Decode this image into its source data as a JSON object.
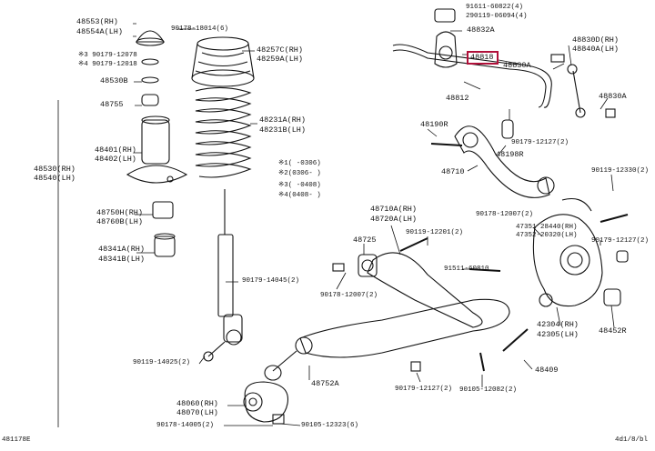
{
  "colors": {
    "line": "#111111",
    "highlight": "#b0103a"
  },
  "highlight_part": "48818",
  "labels": {
    "l48553": "48553(RH)",
    "l48554": "48554A(LH)",
    "l90178_18014": "90178-18014(6)",
    "l48257": "48257C(RH)",
    "l48259": "48259A(LH)",
    "l90179_12078": "※3 90179-12078",
    "l90179_12018": "※4 90179-12018",
    "l48530b": "48530B",
    "l48755": "48755",
    "l48231a": "48231A(RH)",
    "l48231b": "48231B(LH)",
    "l48401": "48401(RH)",
    "l48402": "48402(LH)",
    "l48530": "48530(RH)",
    "l48540": "48540(LH)",
    "l48750": "48750H(RH)",
    "l48760": "48760B(LH)",
    "l48341a": "48341A(RH)",
    "l48341b": "48341B(LH)",
    "note1": "※1(   -0306)",
    "note2": "※2(0306-   )",
    "note3": "※3(   -0408)",
    "note4": "※4(0408-   )",
    "l90179_14045": "90179-14045(2)",
    "l91611": "91611-60822(4)",
    "l90119_06094": "290119-06094(4)",
    "l48832": "48832A",
    "l48818": "48818",
    "l48830a_top": "48830A",
    "l48812": "48812",
    "l48830d": "48830D(RH)",
    "l48840a": "48840A(LH)",
    "l48830a_right": "48830A",
    "l48190": "48190R",
    "l90179_12127_a": "90179-12127(2)",
    "l48198": "48198R",
    "l48710": "48710",
    "l90119_12330": "90119-12330(2)",
    "l48710a": "48710A(RH)",
    "l48720a": "48720A(LH)",
    "l90178_12007_2": "90178-12007(2)",
    "l47351": "47351 28440(RH)",
    "l47352": "47352-20320(LH)",
    "l48725": "48725",
    "l90119_12201": "90119-12201(2)",
    "l90179_12127_b": "90179-12127(2)",
    "l91551": "91511-60810",
    "l90178_12007": "90178-12007(2)",
    "l42304": "42304(RH)",
    "l42305": "42305(LH)",
    "l48452": "48452R",
    "l90119_14025": "90119-14025(2)",
    "l48752": "48752A",
    "l90179_12127_c": "90179-12127(2)",
    "l90105": "90105-12082(2)",
    "l48409": "48409",
    "l48060": "48060(RH)",
    "l48070": "48070(LH)",
    "l90178_14005": "90178-14005(2)",
    "l90105_12323": "90105-12323(6)",
    "code_left": "481178E",
    "code_right": "4d1/8/bl"
  }
}
